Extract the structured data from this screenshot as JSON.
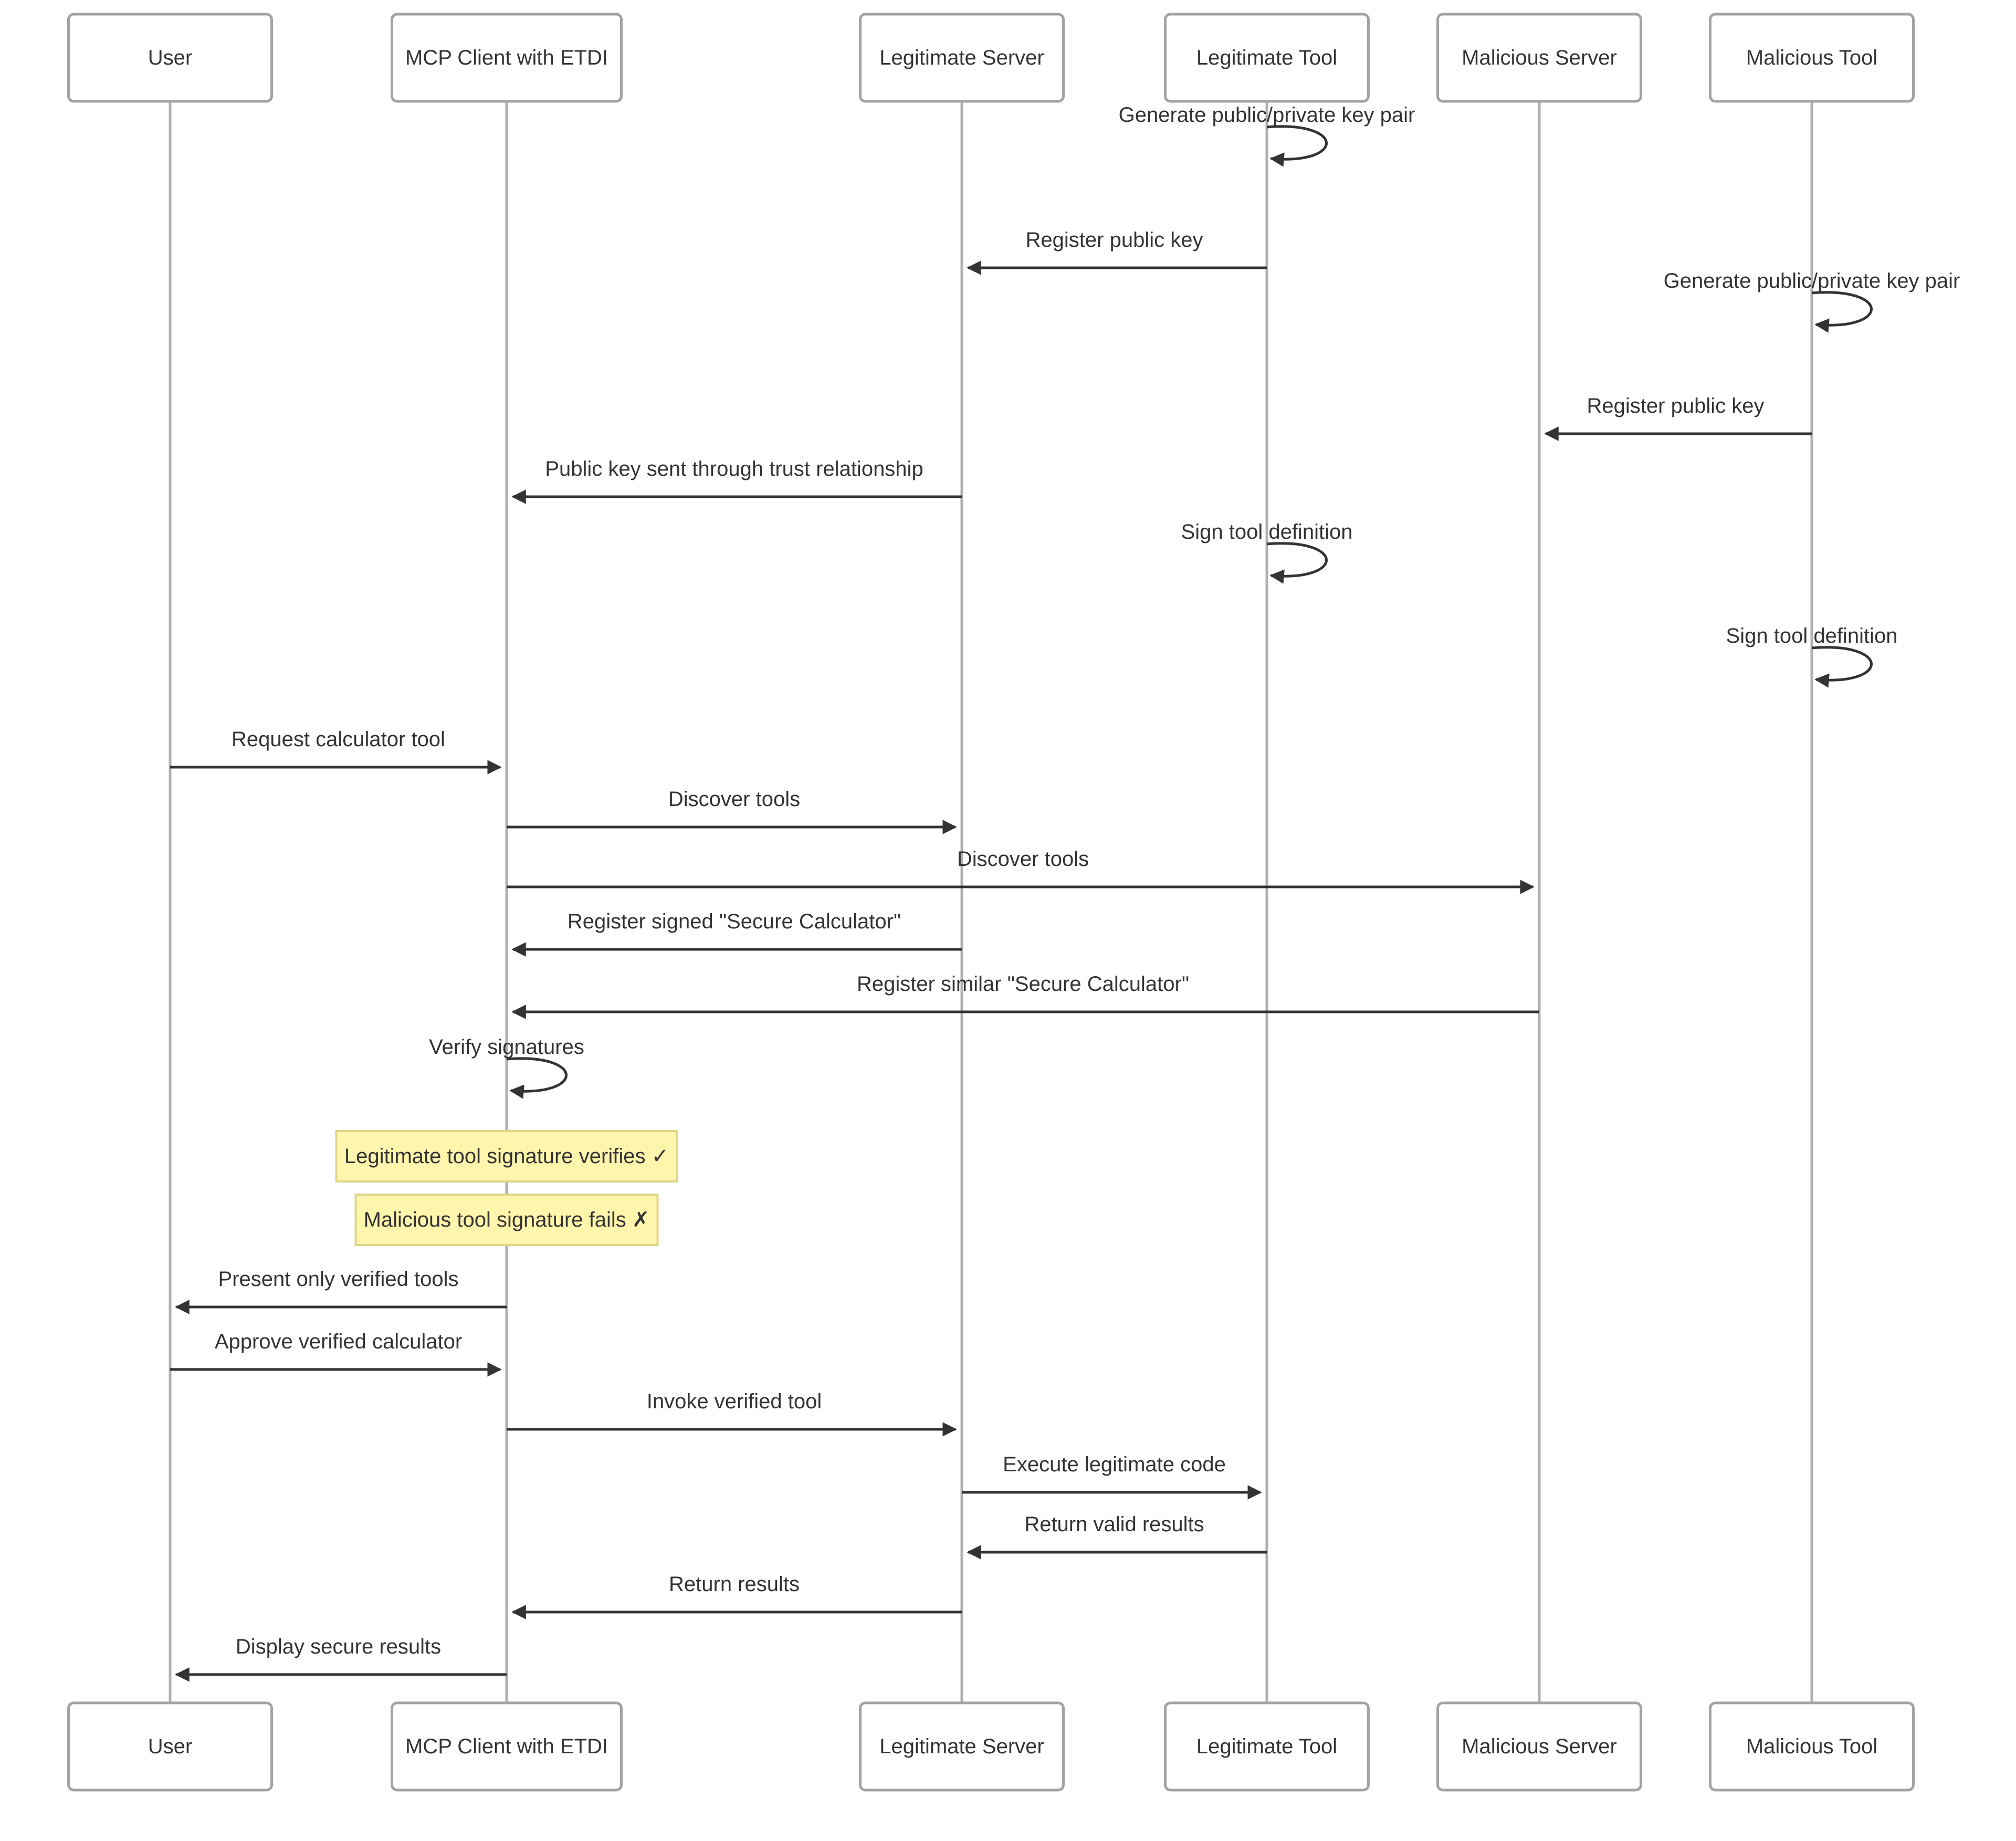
{
  "participants": [
    {
      "id": "user",
      "label": "User"
    },
    {
      "id": "client",
      "label": "MCP Client with ETDI"
    },
    {
      "id": "legit_server",
      "label": "Legitimate Server"
    },
    {
      "id": "legit_tool",
      "label": "Legitimate Tool"
    },
    {
      "id": "mal_server",
      "label": "Malicious Server"
    },
    {
      "id": "mal_tool",
      "label": "Malicious Tool"
    }
  ],
  "steps": [
    {
      "kind": "message",
      "from": "legit_tool",
      "to": "legit_tool",
      "label": "Generate public/private key pair"
    },
    {
      "kind": "message",
      "from": "legit_tool",
      "to": "legit_server",
      "label": "Register public key"
    },
    {
      "kind": "message",
      "from": "mal_tool",
      "to": "mal_tool",
      "label": "Generate public/private key pair"
    },
    {
      "kind": "message",
      "from": "mal_tool",
      "to": "mal_server",
      "label": "Register public key"
    },
    {
      "kind": "message",
      "from": "legit_server",
      "to": "client",
      "label": "Public key sent through trust relationship"
    },
    {
      "kind": "message",
      "from": "legit_tool",
      "to": "legit_tool",
      "label": "Sign tool definition"
    },
    {
      "kind": "message",
      "from": "mal_tool",
      "to": "mal_tool",
      "label": "Sign tool definition"
    },
    {
      "kind": "message",
      "from": "user",
      "to": "client",
      "label": "Request calculator tool"
    },
    {
      "kind": "message",
      "from": "client",
      "to": "legit_server",
      "label": "Discover tools"
    },
    {
      "kind": "message",
      "from": "client",
      "to": "mal_server",
      "label": "Discover tools"
    },
    {
      "kind": "message",
      "from": "legit_server",
      "to": "client",
      "label": "Register signed \"Secure Calculator\""
    },
    {
      "kind": "message",
      "from": "mal_server",
      "to": "client",
      "label": "Register similar \"Secure Calculator\""
    },
    {
      "kind": "message",
      "from": "client",
      "to": "client",
      "label": "Verify signatures"
    },
    {
      "kind": "note",
      "over": "client",
      "label": "Legitimate tool signature verifies ✓"
    },
    {
      "kind": "note",
      "over": "client",
      "label": "Malicious tool signature fails ✗"
    },
    {
      "kind": "message",
      "from": "client",
      "to": "user",
      "label": "Present only verified tools"
    },
    {
      "kind": "message",
      "from": "user",
      "to": "client",
      "label": "Approve verified calculator"
    },
    {
      "kind": "message",
      "from": "client",
      "to": "legit_server",
      "label": "Invoke verified tool"
    },
    {
      "kind": "message",
      "from": "legit_server",
      "to": "legit_tool",
      "label": "Execute legitimate code"
    },
    {
      "kind": "message",
      "from": "legit_tool",
      "to": "legit_server",
      "label": "Return valid results"
    },
    {
      "kind": "message",
      "from": "legit_server",
      "to": "client",
      "label": "Return results"
    },
    {
      "kind": "message",
      "from": "client",
      "to": "user",
      "label": "Display secure results"
    }
  ]
}
